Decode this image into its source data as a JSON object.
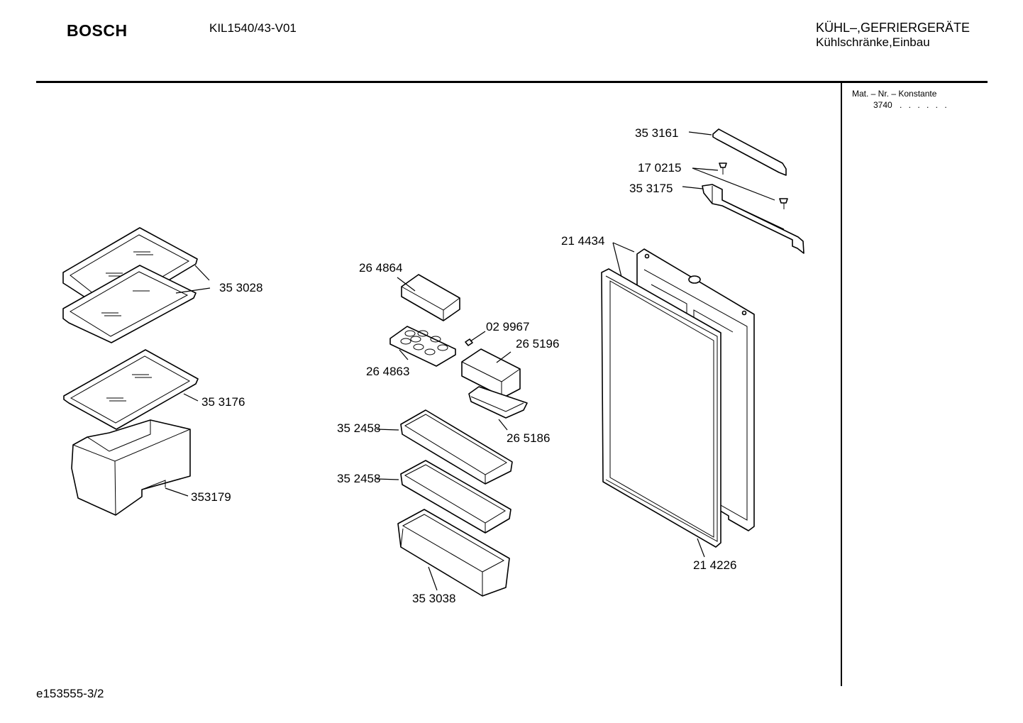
{
  "header": {
    "brand": "BOSCH",
    "model": "KIL1540/43-V01",
    "category_line1": "KÜHL–,GEFRIERGERÄTE",
    "category_line2": "Kühlschränke,Einbau"
  },
  "side_panel": {
    "label": "Mat. – Nr. – Konstante",
    "value": "3740",
    "dots": ". .   . . . ."
  },
  "footer": {
    "code": "e153555-3/2"
  },
  "part_numbers": [
    "35 3161",
    "17 0215",
    "35 3175",
    "21 4434",
    "26 4864",
    "35 3028",
    "02 9967",
    "26 5196",
    "26 4863",
    "35 3176",
    "35 2458",
    "26 5186",
    "35 2458",
    "353179",
    "21 4226",
    "35 3038"
  ]
}
